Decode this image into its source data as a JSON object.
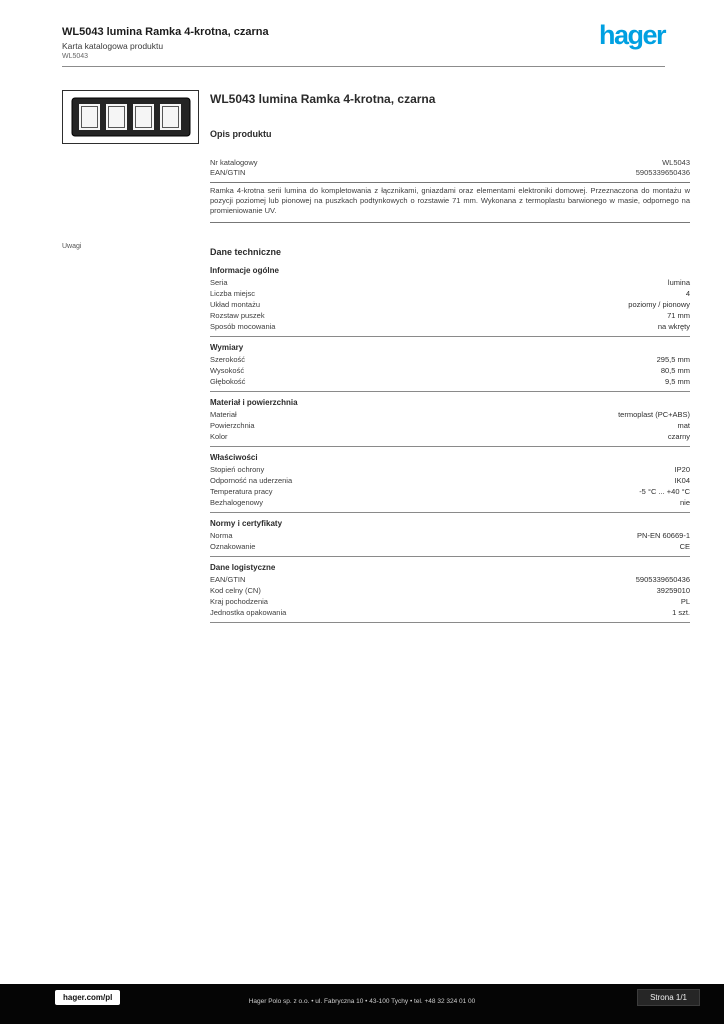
{
  "header": {
    "product_line1": "WL5043 lumina Ramka 4-krotna, czarna",
    "doc_type": "Karta katalogowa produktu",
    "reference": "WL5043",
    "logo_text": "hager",
    "brand_color": "#00A0E1"
  },
  "product": {
    "title": "WL5043 lumina Ramka 4-krotna, czarna",
    "intro_heading": "Opis produktu",
    "meta_rows": [
      {
        "label": "Nr katalogowy",
        "value": "WL5043"
      },
      {
        "label": "EAN/GTIN",
        "value": "5905339650436"
      }
    ],
    "description": "Ramka 4-krotna serii lumina do kompletowania z łącznikami, gniazdami oraz elementami elektroniki domowej. Przeznaczona do montażu w pozycji poziomej lub pionowej na puszkach podtynkowych o rozstawie 71 mm. Wykonana z termoplastu barwionego w masie, odpornego na promieniowanie UV.",
    "left_note": "Uwagi"
  },
  "specs": {
    "heading": "Dane techniczne",
    "sections": [
      {
        "heading": "Informacje ogólne",
        "rows": [
          {
            "label": "Seria",
            "value": "lumina"
          },
          {
            "label": "Liczba miejsc",
            "value": "4"
          },
          {
            "label": "Układ montażu",
            "value": "poziomy / pionowy"
          },
          {
            "label": "Rozstaw puszek",
            "value": "71 mm"
          },
          {
            "label": "Sposób mocowania",
            "value": "na wkręty"
          }
        ]
      },
      {
        "heading": "Wymiary",
        "rows": [
          {
            "label": "Szerokość",
            "value": "295,5 mm"
          },
          {
            "label": "Wysokość",
            "value": "80,5 mm"
          },
          {
            "label": "Głębokość",
            "value": "9,5 mm"
          }
        ]
      },
      {
        "heading": "Materiał i powierzchnia",
        "rows": [
          {
            "label": "Materiał",
            "value": "termoplast (PC+ABS)"
          },
          {
            "label": "Powierzchnia",
            "value": "mat"
          },
          {
            "label": "Kolor",
            "value": "czarny"
          }
        ]
      },
      {
        "heading": "Właściwości",
        "rows": [
          {
            "label": "Stopień ochrony",
            "value": "IP20"
          },
          {
            "label": "Odporność na uderzenia",
            "value": "IK04"
          },
          {
            "label": "Temperatura pracy",
            "value": "-5 °C ... +40 °C"
          },
          {
            "label": "Bezhalogenowy",
            "value": "nie"
          }
        ]
      },
      {
        "heading": "Normy i certyfikaty",
        "rows": [
          {
            "label": "Norma",
            "value": "PN-EN 60669-1"
          },
          {
            "label": "Oznakowanie",
            "value": "CE"
          }
        ]
      },
      {
        "heading": "Dane logistyczne",
        "rows": [
          {
            "label": "EAN/GTIN",
            "value": "5905339650436"
          },
          {
            "label": "Kod celny (CN)",
            "value": "39259010"
          },
          {
            "label": "Kraj pochodzenia",
            "value": "PL"
          },
          {
            "label": "Jednostka opakowania",
            "value": "1 szt."
          }
        ]
      }
    ]
  },
  "footer": {
    "site": "hager.com/pl",
    "company_line": "Hager Polo sp. z o.o. • ul. Fabryczna 10 • 43-100 Tychy • tel. +48 32 324 01 00",
    "page_label": "Strona 1/1"
  }
}
